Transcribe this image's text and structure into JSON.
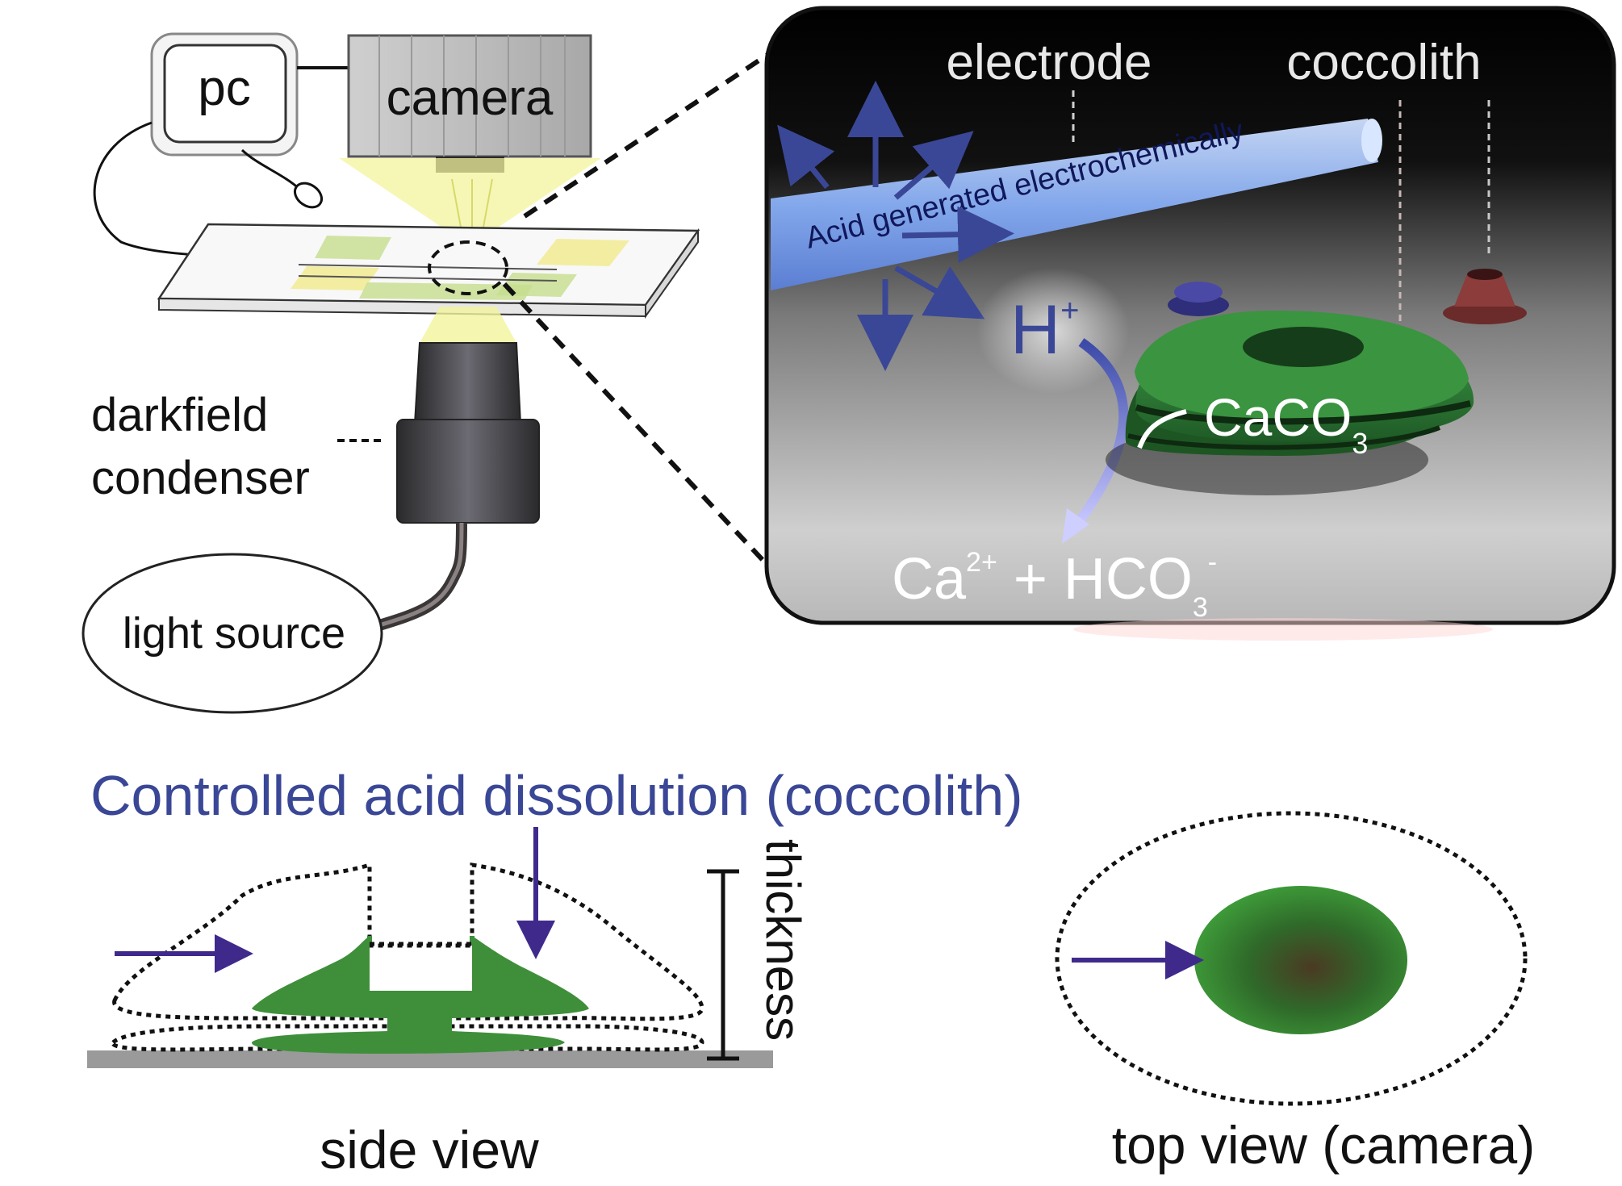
{
  "labels": {
    "pc": "pc",
    "camera": "camera",
    "darkfield_line1": "darkfield",
    "darkfield_line2": "condenser",
    "light_source": "light source",
    "electrode": "electrode",
    "coccolith": "coccolith",
    "acid_generated": "Acid generated electrochemically",
    "h_plus": "H",
    "h_plus_sup": "+",
    "caco3": "CaCO",
    "caco3_sub": "3",
    "ca": "Ca",
    "ca_sup": "2+",
    "hco3_plus": " + HCO",
    "hco3_sub": "3",
    "hco3_sup": "-",
    "title": "Controlled acid dissolution (coccolith)",
    "thickness": "thickness",
    "side_view": "side view",
    "top_view": "top view (camera)"
  },
  "colors": {
    "accent_blue": "#3a4796",
    "arrow_purple": "#3f2a8c",
    "coccolith_green": "#3f8f3a",
    "electrode_blue": "#8fb6ff"
  }
}
